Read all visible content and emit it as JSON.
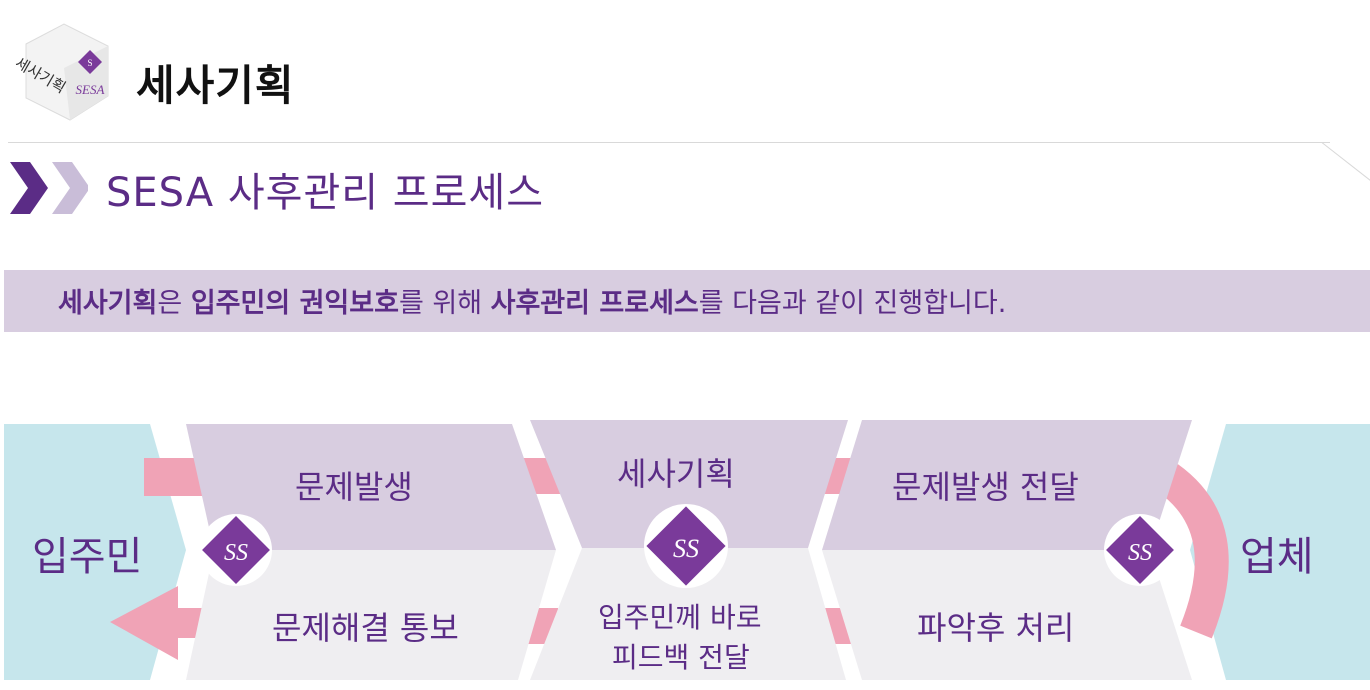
{
  "header": {
    "logo_cube_text": "세사기획",
    "logo_monogram": "SESA",
    "brand_title": "세사기획"
  },
  "section": {
    "title": "SESA 사후관리 프로세스"
  },
  "intro": {
    "part1": "세사기획",
    "part2": "은 ",
    "part3": "입주민의 권익보호",
    "part4": "를 위해 ",
    "part5": "사후관리 프로세스",
    "part6": "를 다음과 같이 진행합니다."
  },
  "process": {
    "resident": "입주민",
    "vendor": "업체",
    "problem_occurs": "문제발생",
    "resolution_notice": "문제해결 통보",
    "center": "세사기획",
    "feedback_line1": "입주민께 바로",
    "feedback_line2": "피드백 전달",
    "deliver_problem": "문제발생 전달",
    "handle_after": "파악후 처리"
  },
  "colors": {
    "purple_dark": "#5b2c86",
    "lavender": "#d8cde0",
    "light_gray": "#efeef1",
    "aqua": "#c6e6ec",
    "pink": "#f0a3b6"
  }
}
